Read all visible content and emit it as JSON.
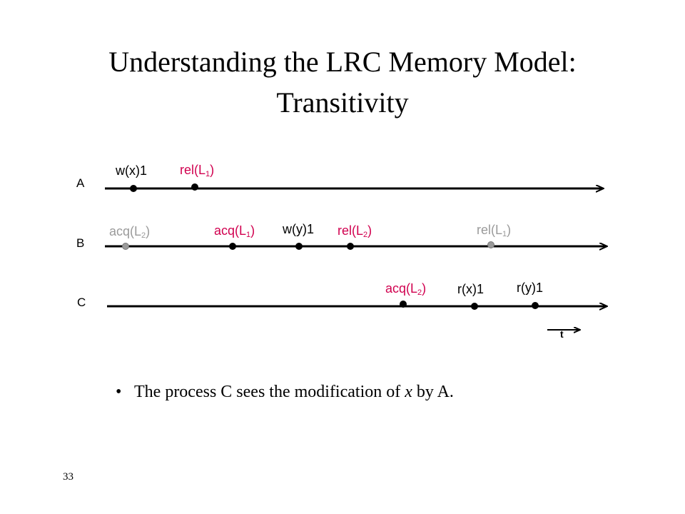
{
  "title_line1": "Understanding the LRC Memory Model:",
  "title_line2": "Transitivity",
  "processes": [
    "A",
    "B",
    "C"
  ],
  "events": {
    "a_wx": {
      "text": "w(x)1"
    },
    "a_rel_l1": {
      "main": "rel(L",
      "sub": "1",
      "tail": ")"
    },
    "b_acq_l2": {
      "main": "acq(L",
      "sub": "2",
      "tail": ")"
    },
    "b_acq_l1": {
      "main": "acq(L",
      "sub": "1",
      "tail": ")"
    },
    "b_wy": {
      "text": "w(y)1"
    },
    "b_rel_l2": {
      "main": "rel(L",
      "sub": "2",
      "tail": ")"
    },
    "b_rel_l1": {
      "main": "rel(L",
      "sub": "1",
      "tail": ")"
    },
    "c_acq_l2": {
      "main": "acq(L",
      "sub": "2",
      "tail": ")"
    },
    "c_rx": {
      "text": "r(x)1"
    },
    "c_ry": {
      "text": "r(y)1"
    }
  },
  "time_axis_label": "t",
  "bullet": {
    "pre": "The process C sees the modification of ",
    "var": "x",
    "post": " by A."
  },
  "slide_number": "33",
  "colors": {
    "highlight": "#d1004f",
    "faded": "#9a9a9a",
    "line": "#000000"
  }
}
